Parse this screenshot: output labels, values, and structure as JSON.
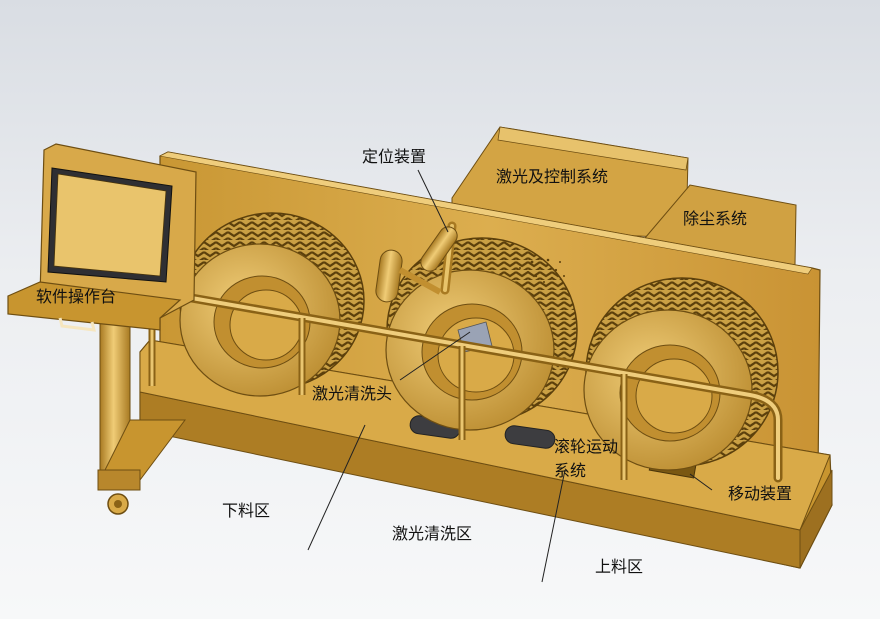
{
  "labels": {
    "software_console": "软件操作台",
    "positioning_device": "定位装置",
    "laser_control_system": "激光及控制系统",
    "dust_removal_system": "除尘系统",
    "laser_cleaning_head": "激光清洗头",
    "roller_motion_system_line1": "滚轮运动",
    "roller_motion_system_line2": "系统",
    "moving_device": "移动装置",
    "unloading_zone": "下料区",
    "laser_cleaning_zone": "激光清洗区",
    "loading_zone": "上料区"
  },
  "colors": {
    "body": "#d9aa48",
    "shade": "#b8872c",
    "dark": "#8a6216",
    "highlight": "#f2cf7a",
    "leader": "#222222"
  }
}
